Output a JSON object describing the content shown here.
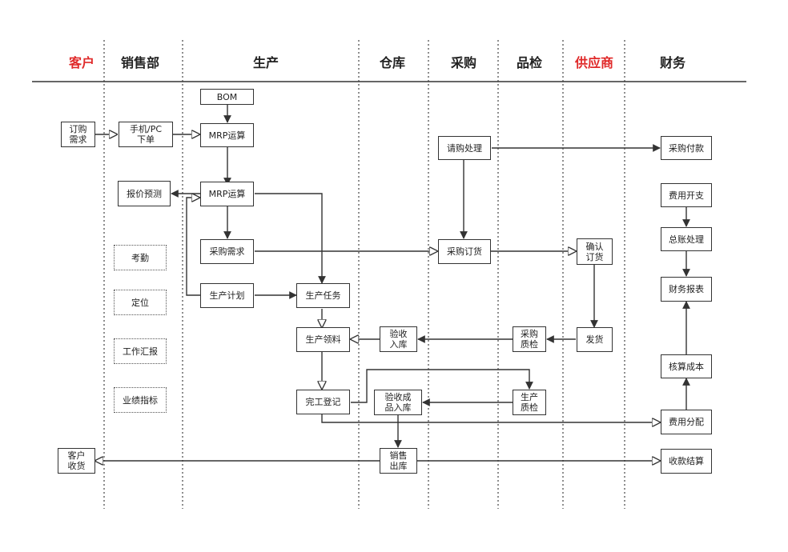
{
  "lanes": [
    {
      "key": "customer",
      "label": "客户",
      "highlight": true
    },
    {
      "key": "sales",
      "label": "销售部",
      "highlight": false
    },
    {
      "key": "production",
      "label": "生产",
      "highlight": false
    },
    {
      "key": "warehouse",
      "label": "仓库",
      "highlight": false
    },
    {
      "key": "purchasing",
      "label": "采购",
      "highlight": false
    },
    {
      "key": "qc",
      "label": "品检",
      "highlight": false
    },
    {
      "key": "supplier",
      "label": "供应商",
      "highlight": true
    },
    {
      "key": "finance",
      "label": "财务",
      "highlight": false
    }
  ],
  "nodes": {
    "bom": "BOM",
    "order_demand": "订购\n需求",
    "mobile_order": "手机/PC\n下单",
    "mrp1": "MRP运算",
    "mrp2": "MRP运算",
    "quote_forecast": "报价预测",
    "attendance": "考勤",
    "location": "定位",
    "work_report": "工作汇报",
    "performance": "业绩指标",
    "purchase_need": "采购需求",
    "prod_plan": "生产计划",
    "prod_task": "生产任务",
    "prod_material": "生产领料",
    "finish_register": "完工登记",
    "inspect_in": "验收\n入库",
    "finished_in": "验收成\n品入库",
    "sales_out": "销售\n出库",
    "customer_receive": "客户\n收货",
    "request_handle": "请购处理",
    "purchase_order": "采购订货",
    "purchase_qc": "采购\n质检",
    "prod_qc": "生产\n质检",
    "confirm_order": "确认\n订货",
    "ship": "发货",
    "purchase_pay": "采购付款",
    "expense": "费用开支",
    "ledger": "总账处理",
    "fin_report": "财务报表",
    "cost_calc": "核算成本",
    "cost_alloc": "费用分配",
    "collection": "收款结算"
  }
}
